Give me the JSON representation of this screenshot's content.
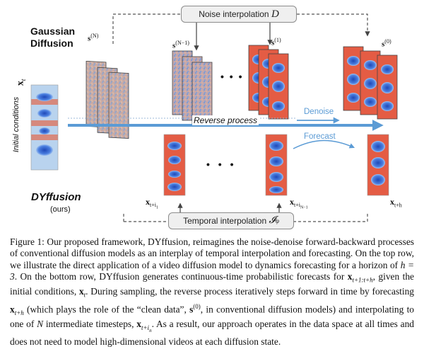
{
  "figure": {
    "gaussian_label": [
      "Gaussian",
      "Diffusion"
    ],
    "noise_box": {
      "label": "Noise interpolation",
      "symbol": "D"
    },
    "temporal_box": {
      "label": "Temporal interpolation",
      "symbol": "𝓘",
      "subscript": "φ"
    },
    "dyffusion_label": "DYffusion",
    "ours_label": "(ours)",
    "initial_conditions_label": "Initial conditions",
    "x_t_label": "x",
    "x_t_sub": "t",
    "reverse_process_label": "Reverse process",
    "denoise_label": "Denoise",
    "forecast_label": "Forecast",
    "sN_label": "s",
    "sN_sup": "(N)",
    "sN1_label": "s",
    "sN1_sup": "(N−1)",
    "s1_label": "s",
    "s1_sup": "(1)",
    "s0_label": "s",
    "s0_sup": "(0)",
    "ellipsis": "• • •",
    "x_ti1_label": "x",
    "x_ti1_sub": "t+i",
    "x_ti1_subsub": "1",
    "x_tiN_label": "x",
    "x_tiN_sub": "t+i",
    "x_tiN_subsub": "N−1",
    "x_th_label": "x",
    "x_th_sub": "t+h"
  },
  "colors": {
    "blue_arrow": "#5b9bd5",
    "dashed_line": "#555555",
    "field_red": "#d8412f",
    "field_blue": "#3a63c8",
    "noise_tint": "#c6a7a0"
  },
  "caption": {
    "p1": "Figure 1: Our proposed framework, DYffusion, reimagines the noise-denoise forward-backward processes of conventional diffusion models as an interplay of temporal interpolation and forecasting. On the top row, we illustrate the direct application of a video diffusion model to dynamics forecasting for a horizon of ",
    "h_eq": "h = 3",
    "p2": ". On the bottom row, DYffusion generates continuous-time probabilistic forecasts for ",
    "x_range": "x",
    "x_range_sub": "t+1:t+h",
    "p3": ", given the initial conditions, ",
    "x_t": "x",
    "x_t_sub": "t",
    "p4": ". During sampling, the reverse process iteratively steps forward in time by forecasting ",
    "x_th": "x",
    "x_th_sub": "t+h",
    "p5": " (which plays the role of the “clean data”, ",
    "s0": "s",
    "s0_sup": "(0)",
    "p6": ", in conventional diffusion models) and interpolating to one of ",
    "N": "N",
    "p7": " intermediate timesteps, ",
    "x_tin": "x",
    "x_tin_sub": "t+i",
    "x_tin_subsub": "n",
    "p8": ". As a result, our approach operates in the data space at all times and does not need to model high-dimensional videos at each diffusion state."
  }
}
